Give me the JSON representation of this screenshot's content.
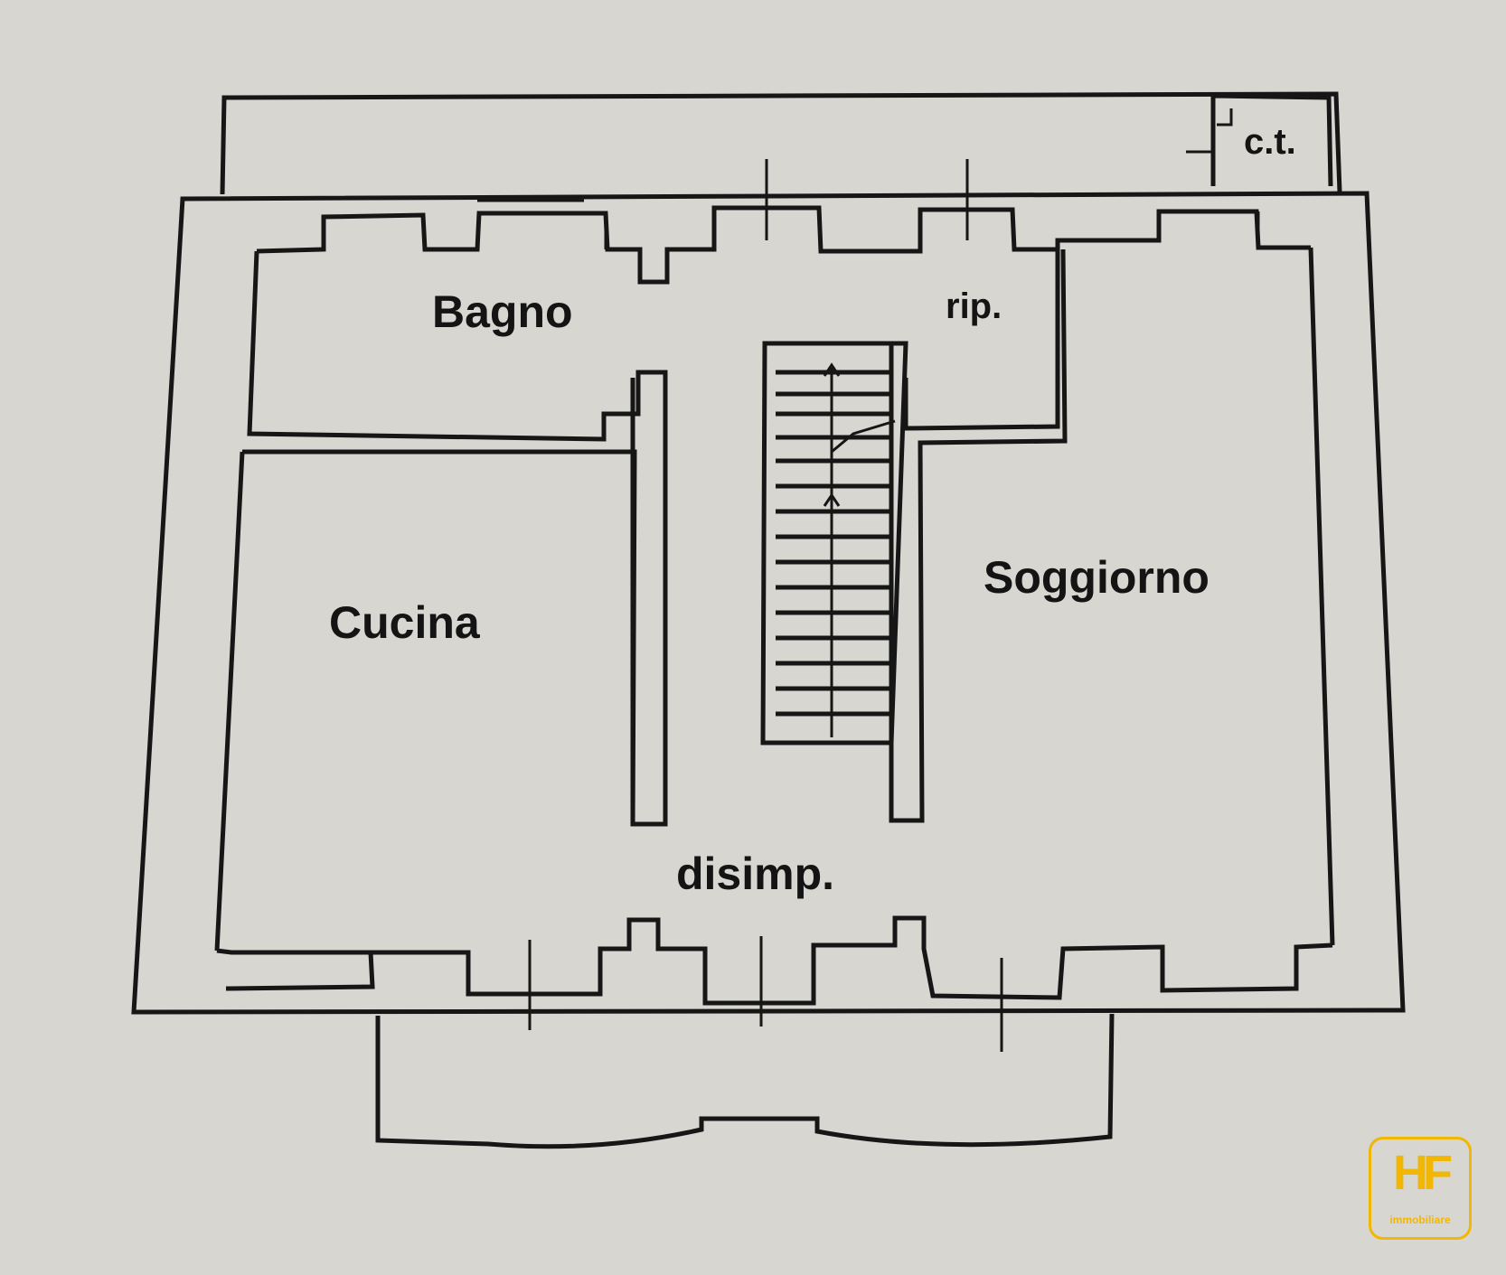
{
  "rooms": {
    "bagno": "Bagno",
    "rip": "rip.",
    "cucina": "Cucina",
    "soggiorno": "Soggiorno",
    "disimp": "disimp.",
    "ct": "c.t."
  },
  "logo": {
    "mark": "HF",
    "sub": "immobiliare",
    "color": "#f2b705"
  }
}
